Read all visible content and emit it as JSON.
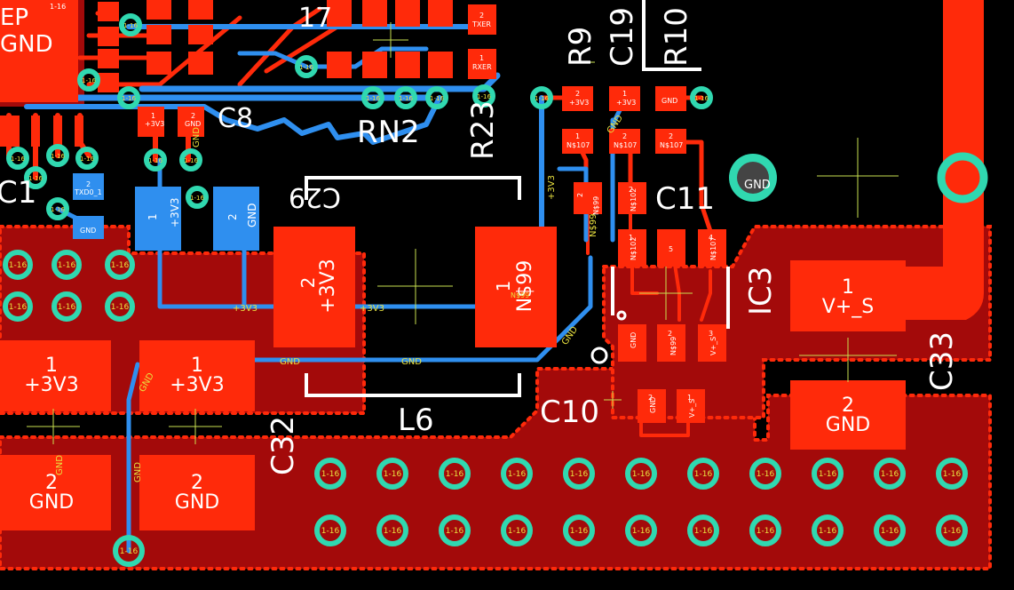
{
  "colors": {
    "background": "#000000",
    "copper_top": "#ff2a0a",
    "copper_pour": "#a30a0a",
    "copper_bottom": "#2f8fef",
    "via": "#30d8b0",
    "silkscreen": "#ffffff",
    "net_label": "#e8e040",
    "crosshair": "#c8e050"
  },
  "ic_body": {
    "line1": "EP",
    "line2": "GND",
    "pin": "1-16"
  },
  "silk": {
    "c1": "C1",
    "c8": "C8",
    "rn2": "RN2",
    "r23": "R23",
    "r9": "R9",
    "c19": "C19",
    "r10": "R10",
    "c29": "C29",
    "c11": "C11",
    "ic3": "IC3",
    "c33": "C33",
    "c10": "C10",
    "l6": "L6",
    "c32": "C32",
    "gnd_mark": "GND",
    "p17": "17"
  },
  "pads": {
    "c8_1": {
      "num": "1",
      "net": "+3V3"
    },
    "c8_2": {
      "num": "2",
      "net": "GND"
    },
    "txd": {
      "num": "2",
      "net": "TXD0_1"
    },
    "gnd_small": {
      "net": "GND"
    },
    "b_3v3": {
      "num": "1",
      "net": "+3V3"
    },
    "b_gnd": {
      "num": "2",
      "net": "GND"
    },
    "txer": {
      "num": "2",
      "net": "TXER"
    },
    "rxer": {
      "num": "1",
      "net": "RXER"
    },
    "r9_2": {
      "num": "2",
      "net": "+3V3"
    },
    "c19_1": {
      "num": "1",
      "net": "+3V3"
    },
    "r10_gnd": {
      "net": "GND"
    },
    "r9_1": {
      "num": "1",
      "net": "N$107"
    },
    "c19_2": {
      "num": "2",
      "net": "N$107"
    },
    "r10_2": {
      "num": "2",
      "net": "N$107"
    },
    "c29_pad": {
      "num": "2",
      "net": "+3V3"
    },
    "l6_pad": {
      "num": "1",
      "net": "N$99"
    },
    "cap_a": {
      "num": "2",
      "net": "N$99"
    },
    "cap_b": {
      "num": "2",
      "net": "N$102"
    },
    "ic_p1": {
      "num": "1",
      "net": "N$102"
    },
    "ic_p5": {
      "num": "5"
    },
    "ic_p4": {
      "num": "4",
      "net": "N$107"
    },
    "ic_p2": {
      "num": "2",
      "net": "N$99"
    },
    "ic_gnd": {
      "net": "GND"
    },
    "ic_p3": {
      "num": "3",
      "net": "V+_S"
    },
    "c10_2": {
      "num": "2",
      "net": "GND"
    },
    "c10_1": {
      "num": "1",
      "net": "V+_S"
    },
    "c33_1": {
      "num": "1",
      "net": "V+_S"
    },
    "c33_2": {
      "num": "2",
      "net": "GND"
    },
    "c32_1a": {
      "num": "1",
      "net": "+3V3"
    },
    "c32_1b": {
      "num": "1",
      "net": "+3V3"
    },
    "c32_2a": {
      "num": "2",
      "net": "GND"
    },
    "c32_2b": {
      "num": "2",
      "net": "GND"
    }
  },
  "nets": {
    "v3v3": "+3V3",
    "gnd": "GND",
    "n99": "N$99",
    "vs": "V+_S"
  },
  "via_label": "1-16"
}
